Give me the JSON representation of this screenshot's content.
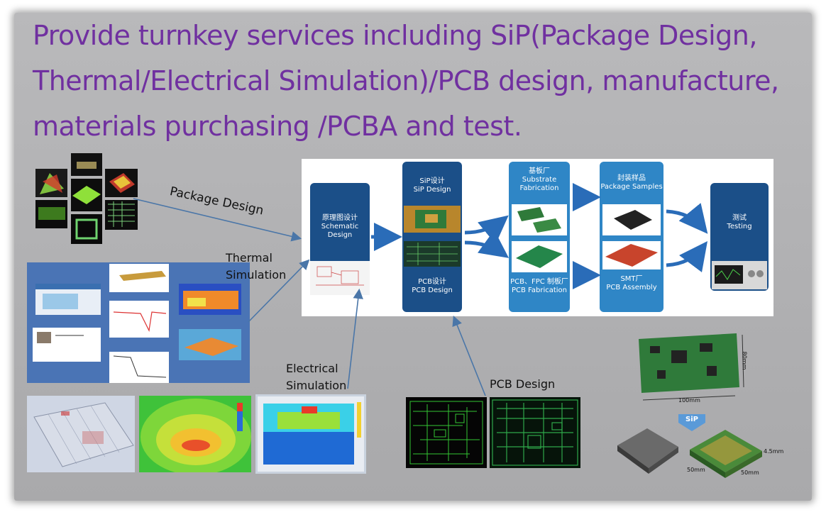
{
  "headline": {
    "line1": "Provide turnkey services including SiP(Package Design,",
    "line2": "Thermal/Electrical Simulation)/PCB design, manufacture,",
    "line3": "materials purchasing /PCBA and test."
  },
  "labels": {
    "package_design": "Package Design",
    "thermal_line1": "Thermal",
    "thermal_line2": "Simulation",
    "electrical_line1": "Electrical",
    "electrical_line2": "Simulation",
    "pcb_design": "PCB Design"
  },
  "flow": {
    "schematic_cn": "原理图设计",
    "schematic_en": "Schematic Design",
    "sip_cn": "SiP设计",
    "sip_en": "SiP Design",
    "pcb_cn": "PCB设计",
    "pcb_en": "PCB Design",
    "substrate_cn": "基板厂",
    "substrate_en": "Substrate Fabrication",
    "pcbfab_cn": "PCB、FPC 制板厂",
    "pcbfab_en": "PCB Fabrication",
    "samples_cn": "封装样品",
    "samples_en": "Package Samples",
    "smt_cn": "SMT厂",
    "smt_en": "PCB Assembly",
    "testing_cn": "测试",
    "testing_en": "Testing"
  },
  "module": {
    "width_label": "100mm",
    "height_label": "80mm",
    "sip_badge": "SiP",
    "chip_w": "50mm",
    "chip_h": "50mm",
    "chip_t": "4.5mm"
  },
  "colors": {
    "headline": "#7030a0",
    "arrow": "#4a76a8",
    "flow_dark": "#1b4f88",
    "flow_light": "#2f86c6",
    "slide_bg": "#b0b0b2"
  }
}
